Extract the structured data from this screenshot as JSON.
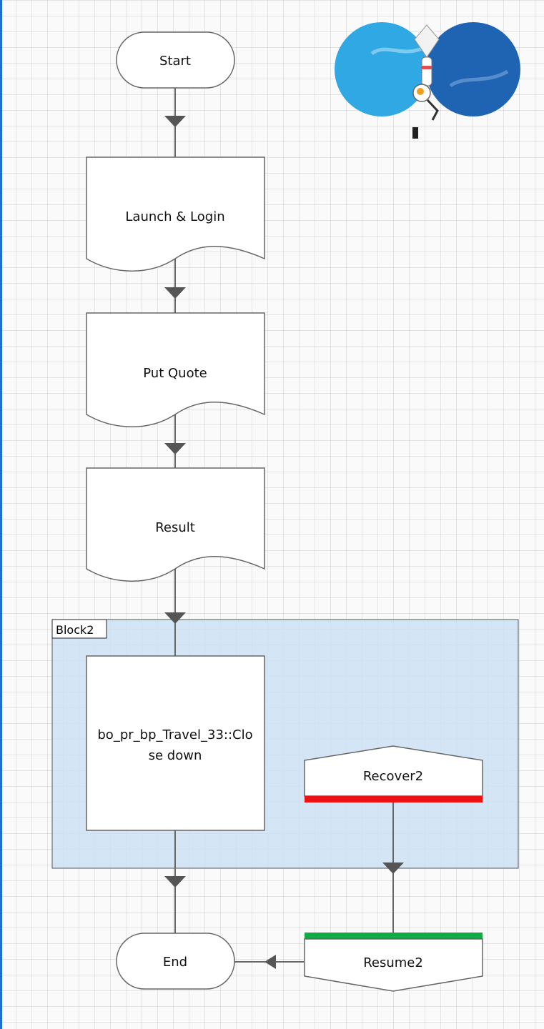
{
  "diagram": {
    "nodes": {
      "start": "Start",
      "launch": "Launch & Login",
      "put_quote": "Put Quote",
      "result": "Result",
      "close_down_line1": "bo_pr_bp_Travel_33::Clo",
      "close_down_line2": "se down",
      "recover": "Recover2",
      "resume": "Resume2",
      "end": "End"
    },
    "block": {
      "label": "Block2"
    }
  },
  "colors": {
    "grid_line": "#cfcfcf",
    "block_fill": "#cce0f5",
    "left_border": "#1e6fd0",
    "recover_bar": "#ee1111",
    "resume_bar": "#11aa44",
    "connector": "#666666"
  },
  "icons": [
    "astronaut-logo-icon"
  ]
}
